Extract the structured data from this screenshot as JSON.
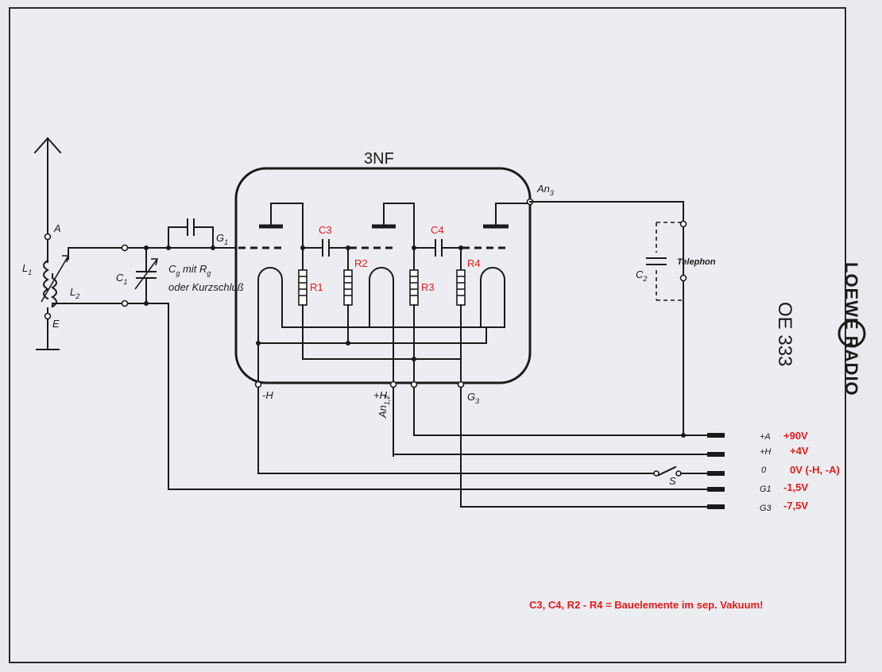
{
  "tube_name": "3NF",
  "model": "OE 333",
  "brand_logo": "LOEWE RADIO",
  "note": "C3, C4, R2 - R4 = Bauelemente im sep. Vakuum!",
  "labels": {
    "antenna": "A",
    "earth": "E",
    "l1": "L",
    "l1_sub": "1",
    "l2": "L",
    "l2_sub": "2",
    "c1": "C",
    "c1_sub": "1",
    "cg_line1": "C",
    "cg_line1_sub": "g",
    "cg_line1_rest": " mit R",
    "cg_line1_rest_sub": "g",
    "cg_line2": "oder Kurzschluß",
    "g1": "G",
    "g1_sub": "1",
    "an3": "An",
    "an3_sub": "3",
    "telephon": "Telephon",
    "c2": "C",
    "c2_sub": "2",
    "minus_h": "-H",
    "plus_h": "+H",
    "an12": "An",
    "an12_sub": "1,2",
    "g3": "G",
    "g3_sub": "3",
    "switch": "S"
  },
  "components": {
    "c3": "C3",
    "c4": "C4",
    "r1": "R1",
    "r2": "R2",
    "r3": "R3",
    "r4": "R4"
  },
  "terminals": [
    {
      "name": "+A",
      "voltage": "+90V"
    },
    {
      "name": "+H",
      "voltage": "+4V"
    },
    {
      "name": "0",
      "voltage": "0V (-H, -A)"
    },
    {
      "name": "G1",
      "voltage": "-1,5V"
    },
    {
      "name": "G3",
      "voltage": "-7,5V"
    }
  ]
}
